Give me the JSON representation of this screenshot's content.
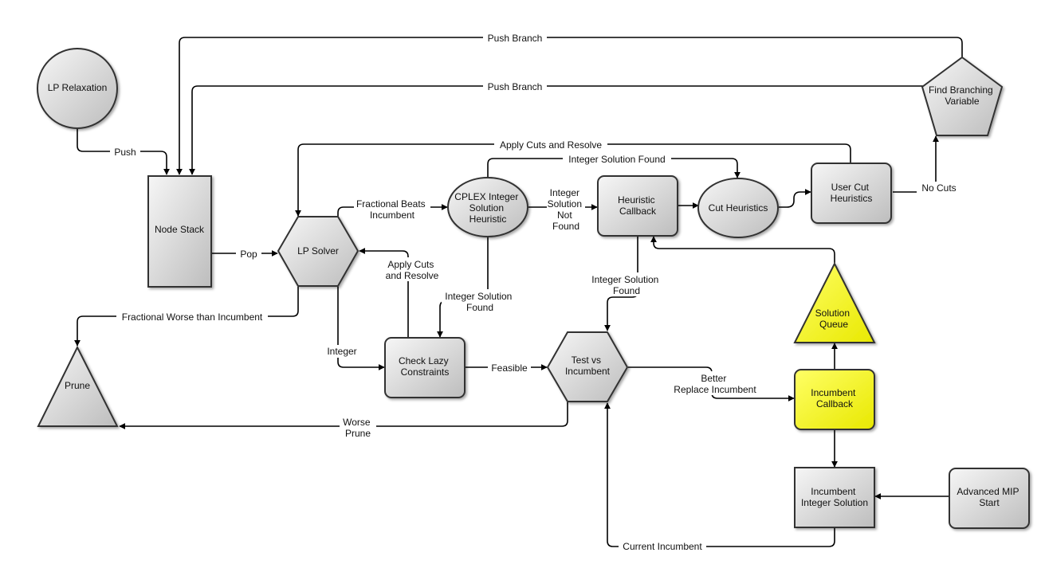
{
  "colors": {
    "node_fill_light": "#f6f6f6",
    "node_fill_dark": "#bdbdbd",
    "highlight_fill_light": "#ffff66",
    "highlight_fill_dark": "#e8e800",
    "stroke": "#333333",
    "edge": "#000000"
  },
  "nodes": {
    "lp_relaxation": "LP Relaxation",
    "node_stack": "Node Stack",
    "lp_solver": "LP Solver",
    "prune": "Prune",
    "cplex_heuristic": [
      "CPLEX Integer",
      "Solution",
      "Heuristic"
    ],
    "check_lazy": [
      "Check Lazy",
      "Constraints"
    ],
    "heuristic_callback": [
      "Heuristic",
      "Callback"
    ],
    "cut_heuristics": "Cut Heuristics",
    "user_cut_heuristics": [
      "User Cut",
      "Heuristics"
    ],
    "find_branching": [
      "Find Branching",
      "Variable"
    ],
    "test_vs_incumbent": [
      "Test vs",
      "Incumbent"
    ],
    "solution_queue": [
      "Solution",
      "Queue"
    ],
    "incumbent_callback": [
      "Incumbent",
      "Callback"
    ],
    "incumbent_integer_solution": [
      "Incumbent",
      "Integer Solution"
    ],
    "advanced_mip_start": [
      "Advanced MIP",
      "Start"
    ]
  },
  "edges": {
    "push_branch_1": "Push Branch",
    "push_branch_2": "Push Branch",
    "push": "Push",
    "pop": "Pop",
    "apply_cuts_top": "Apply Cuts and Resolve",
    "integer_solution_found_top": "Integer Solution Found",
    "fractional_beats": [
      "Fractional Beats",
      "Incumbent"
    ],
    "integer_solution_not_found": [
      "Integer",
      "Solution",
      "Not",
      "Found"
    ],
    "no_cuts": "No Cuts",
    "apply_cuts_lazy": [
      "Apply Cuts",
      "and Resolve"
    ],
    "integer_solution_found_cplex": [
      "Integer Solution",
      "Found"
    ],
    "integer_solution_found_heur": [
      "Integer Solution",
      "Found"
    ],
    "fractional_worse": "Fractional Worse than Incumbent",
    "integer": "Integer",
    "feasible": "Feasible",
    "better_replace": [
      "Better",
      "Replace Incumbent"
    ],
    "worse_prune": [
      "Worse",
      "Prune"
    ],
    "current_incumbent": "Current Incumbent"
  }
}
